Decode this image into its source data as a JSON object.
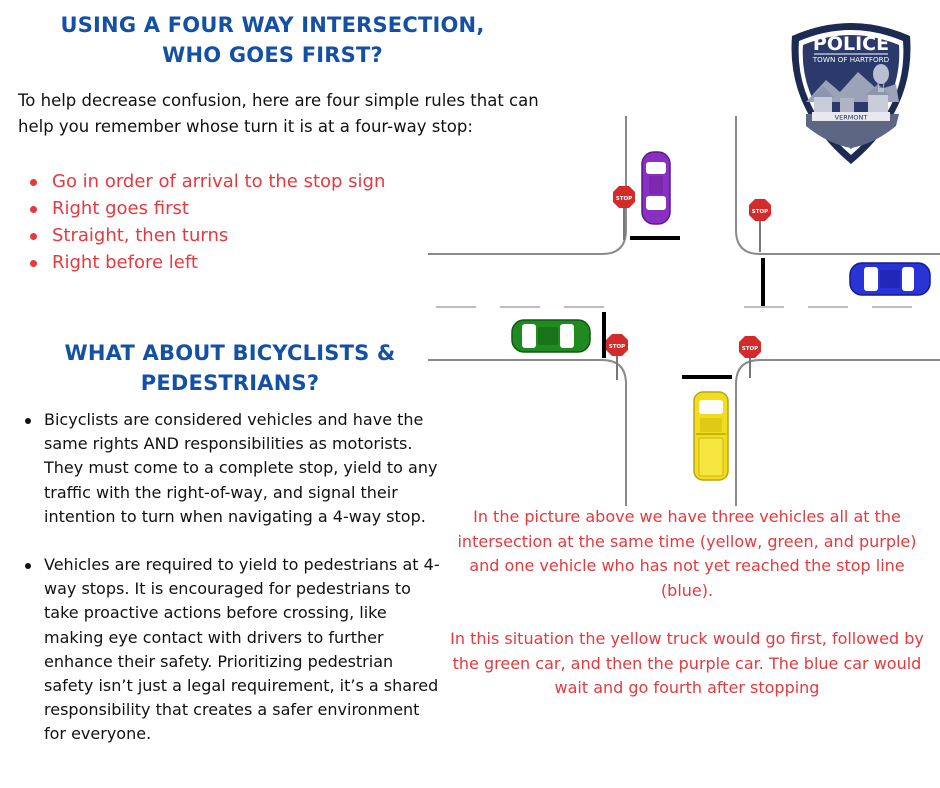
{
  "heading1": {
    "line1": "USING A FOUR WAY INTERSECTION,",
    "line2": "WHO GOES FIRST?"
  },
  "intro": "To help decrease confusion, here are four simple rules that can help you remember whose turn it is at a four-way stop:",
  "rules": [
    "Go in order of arrival to the stop sign",
    "Right goes first",
    "Straight, then turns",
    "Right before left"
  ],
  "heading2": {
    "line1": "WHAT ABOUT BICYCLISTS &",
    "line2": "PEDESTRIANS?"
  },
  "bullets": [
    "Bicyclists are considered vehicles and have the same rights AND responsibilities as motorists. They must come to a complete stop, yield to any traffic with the right-of-way, and signal their intention to turn when navigating a 4-way stop.",
    "Vehicles are required to yield to pedestrians at 4-way stops. It is encouraged for pedestrians to take proactive actions before crossing, like making eye contact with drivers to further enhance their safety. Prioritizing pedestrian safety isn’t just a legal requirement, it’s a shared responsibility that creates a safer environment for everyone."
  ],
  "explanation": [
    "In the picture above we have three vehicles all at the intersection at the same time (yellow, green, and purple) and one vehicle who has not yet reached the stop line (blue).",
    "In this situation the yellow truck would go first, followed by the green car, and then the purple car. The blue car would wait and go fourth after stopping"
  ],
  "badge": {
    "title": "POLICE",
    "subtitle": "TOWN OF HARTFORD",
    "ribbon": "VERMONT"
  },
  "stop_sign_text": "STOP",
  "colors": {
    "heading": "#1450a3",
    "accent_red": "#e8383d",
    "yellow_truck": "#f2dc1e",
    "green_car": "#1f8a1f",
    "purple_car": "#8b2fc4",
    "blue_car": "#2a33d6",
    "badge_navy": "#1d2a52"
  },
  "icons": {
    "badge": "police-badge-icon",
    "stop_sign": "stop-sign-icon"
  }
}
